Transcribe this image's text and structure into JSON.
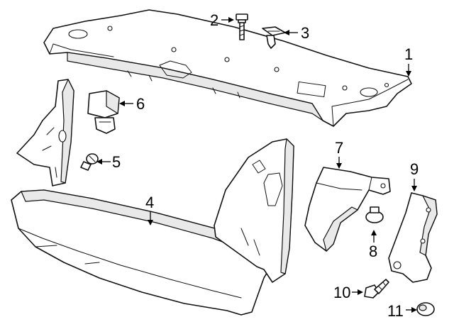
{
  "callouts": [
    {
      "id": "1",
      "label": "1"
    },
    {
      "id": "2",
      "label": "2"
    },
    {
      "id": "3",
      "label": "3"
    },
    {
      "id": "4",
      "label": "4"
    },
    {
      "id": "5",
      "label": "5"
    },
    {
      "id": "6",
      "label": "6"
    },
    {
      "id": "7",
      "label": "7"
    },
    {
      "id": "8",
      "label": "8"
    },
    {
      "id": "9",
      "label": "9"
    },
    {
      "id": "10",
      "label": "10"
    },
    {
      "id": "11",
      "label": "11"
    }
  ],
  "colors": {
    "line": "#111111",
    "fill": "#ffffff",
    "shade": "#e9e9e9"
  }
}
